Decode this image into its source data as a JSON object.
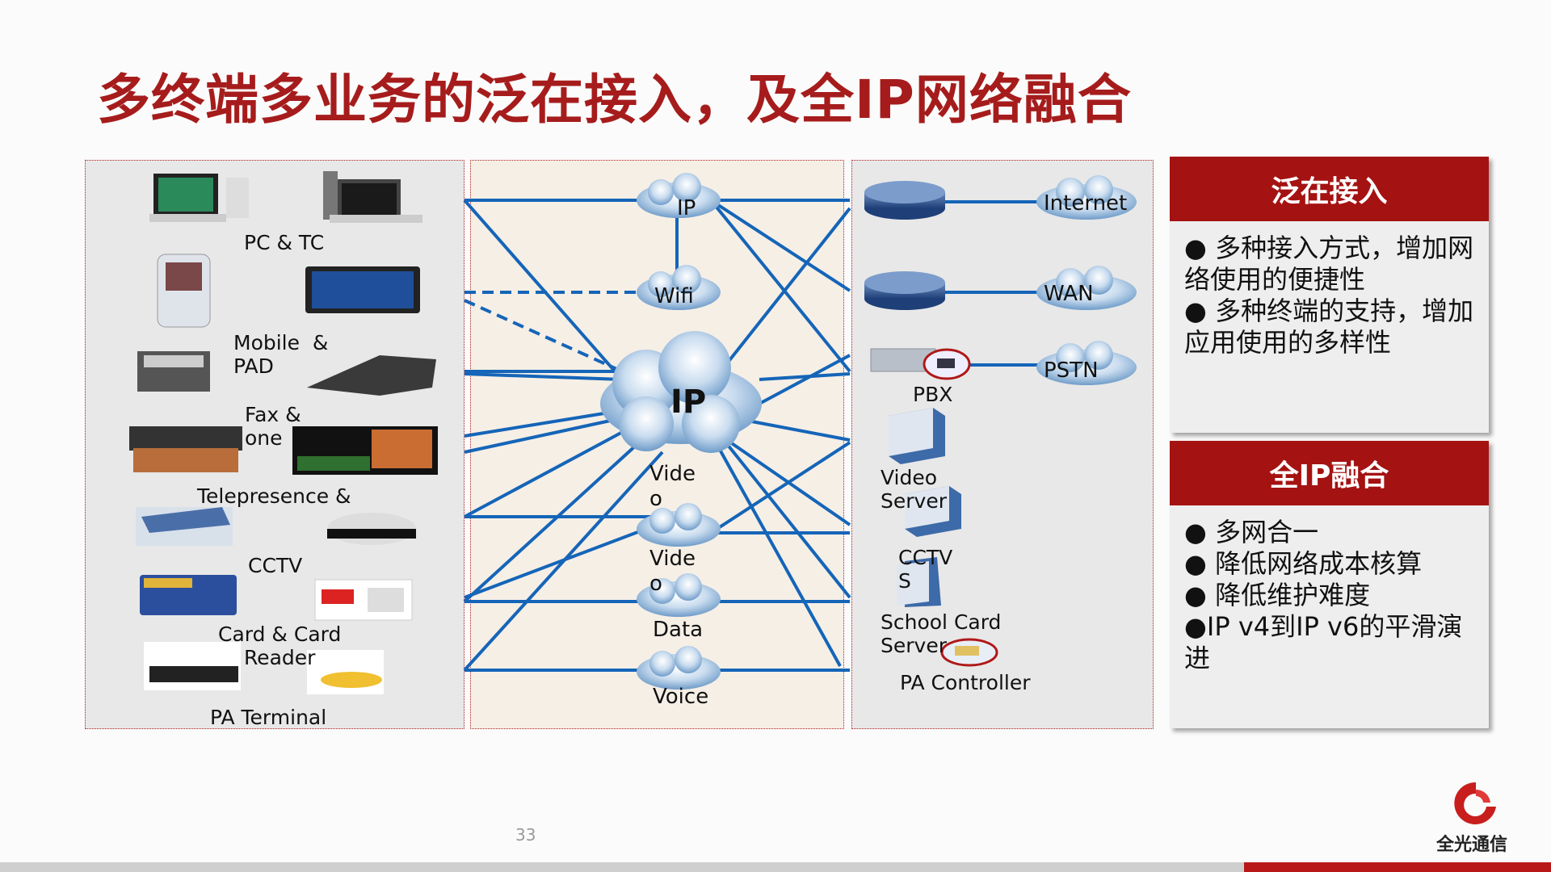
{
  "title": "多终端多业务的泛在接入，及全IP网络融合",
  "left_devices": [
    {
      "label": "PC & TC"
    },
    {
      "label": "Mobile  &\nPAD"
    },
    {
      "label": "Fax &\none"
    },
    {
      "label": "Telepresence &"
    },
    {
      "label": "CCTV"
    },
    {
      "label": "Card & Card\nReader"
    },
    {
      "label": "PA Terminal"
    }
  ],
  "clouds": {
    "ip_small": "IP",
    "wifi": "Wifi",
    "ip_core": "IP",
    "video1": "Vide\no",
    "video2": "Vide\no",
    "data": "Data",
    "voice": "Voice"
  },
  "right_items": {
    "internet": "Internet",
    "wan": "WAN",
    "pstn": "PSTN",
    "pbx": "PBX",
    "video_server": "Video\nServer",
    "cctv": "CCTV\nS",
    "school_card": "School Card\nServer",
    "pa_controller": "PA Controller"
  },
  "side_boxes": [
    {
      "heading": "泛在接入",
      "lines": [
        "● 多种接入方式，增加网络使用的便捷性",
        "● 多种终端的支持，增加应用使用的多样性"
      ]
    },
    {
      "heading": "全IP融合",
      "lines": [
        "● 多网合一",
        "● 降低网络成本核算",
        "● 降低维护难度",
        "●IP v4到IP v6的平滑演进"
      ]
    }
  ],
  "page_number": "33",
  "logo_text": "全光通信",
  "colors": {
    "title": "#a61c1c",
    "accent": "#a51212",
    "link": "#1565b8"
  }
}
